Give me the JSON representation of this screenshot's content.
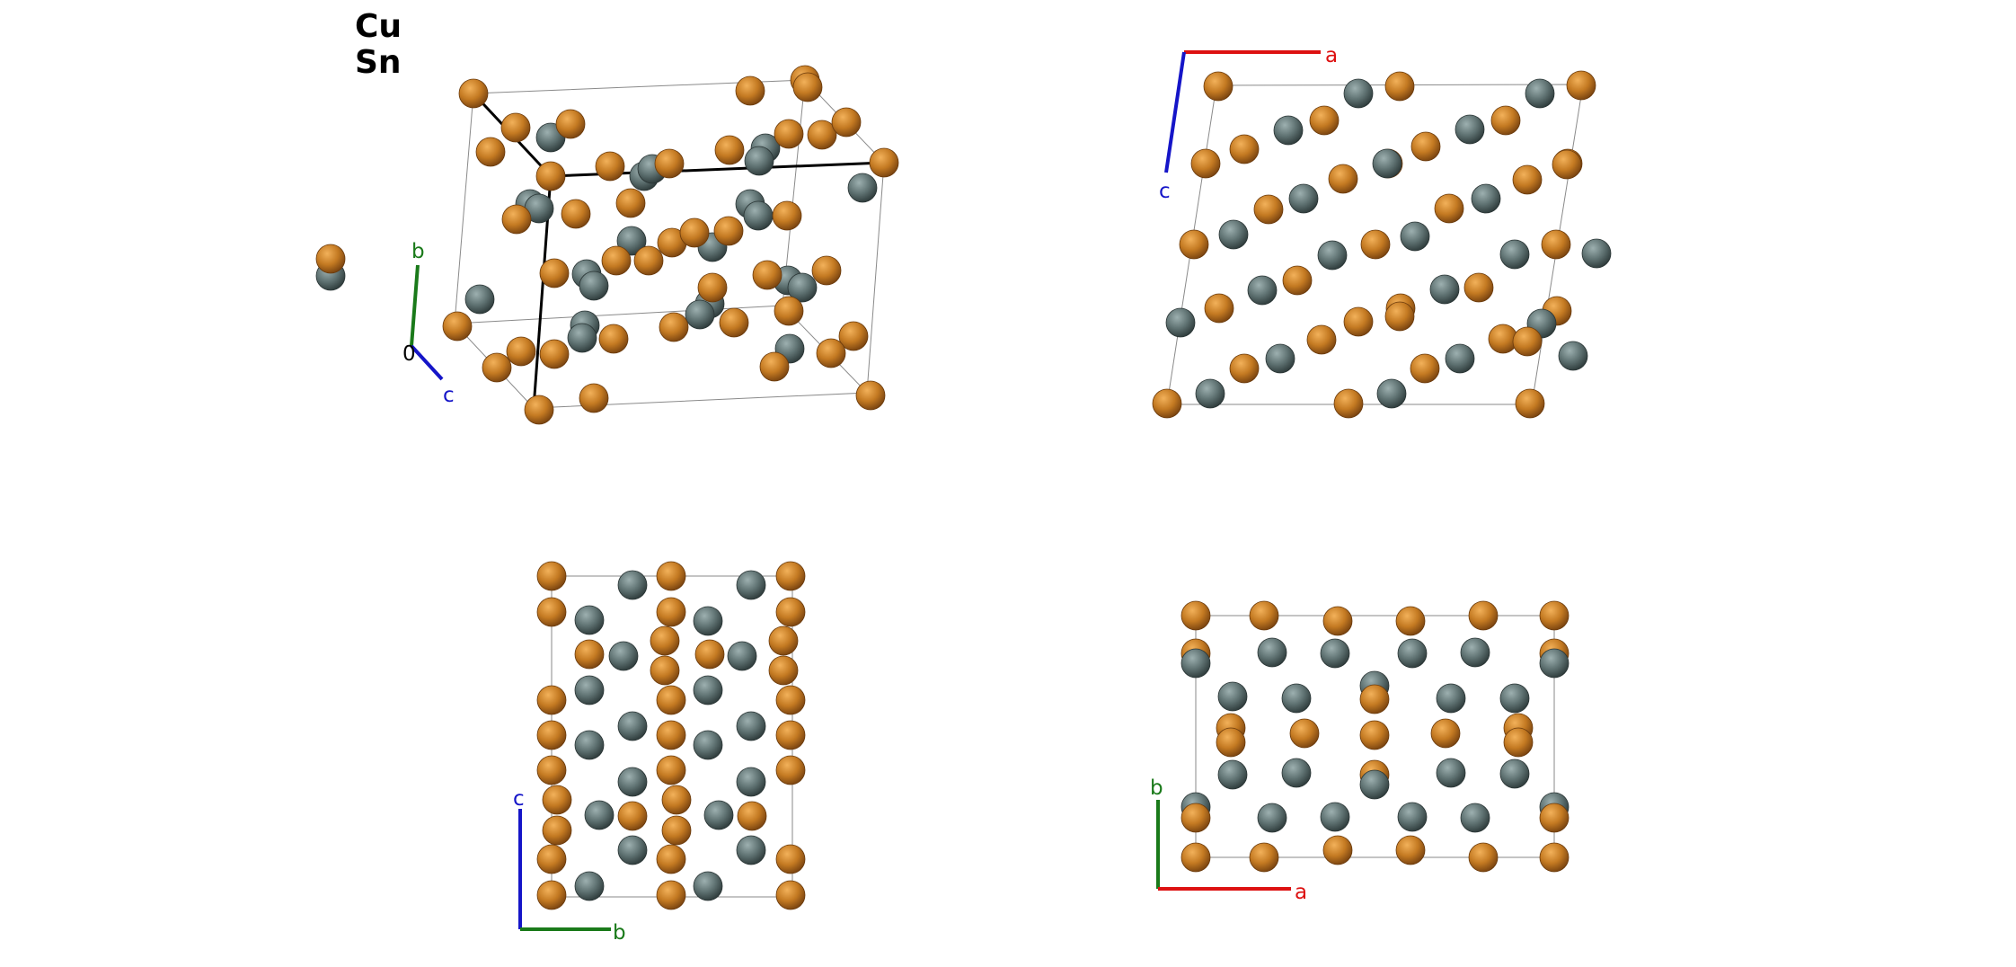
{
  "legend": {
    "items": [
      {
        "symbol": "Cu",
        "color": "#c9822d"
      },
      {
        "symbol": "Sn",
        "color": "#677a7a"
      }
    ]
  },
  "colors": {
    "a_axis": "#dd1111",
    "b_axis": "#1a7a1a",
    "c_axis": "#1515c8",
    "cell_edge": "#8a8a8a",
    "cell_edge_front": "#000000"
  },
  "panels": {
    "perspective": {
      "axes": {
        "a": "",
        "b": "b",
        "c": "c",
        "origin": "0"
      }
    },
    "view_b": {
      "axes": {
        "a": "a",
        "c": "c"
      }
    },
    "view_a": {
      "axes": {
        "b": "b",
        "c": "c"
      }
    },
    "view_c": {
      "axes": {
        "a": "a",
        "b": "b"
      }
    }
  }
}
